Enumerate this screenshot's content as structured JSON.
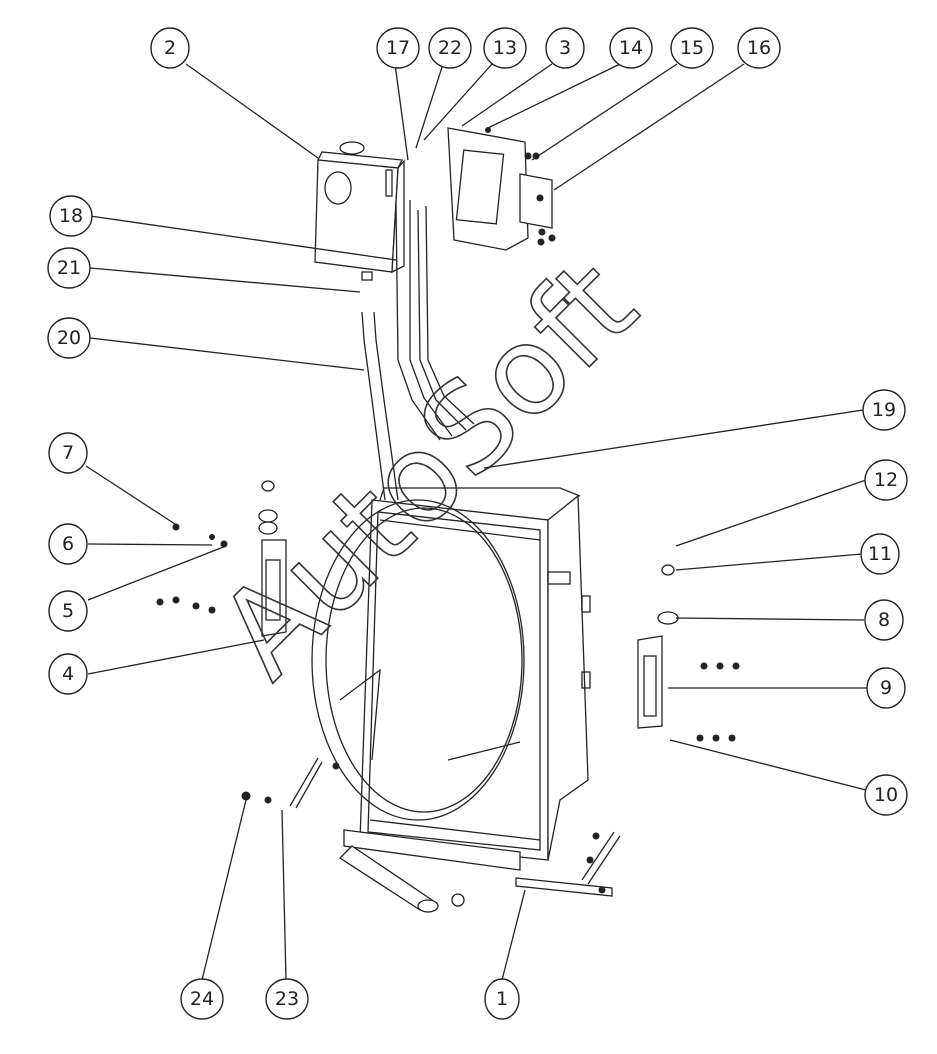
{
  "watermark": "AutoSoft",
  "callouts": [
    {
      "id": "c1",
      "label": "1"
    },
    {
      "id": "c2",
      "label": "2"
    },
    {
      "id": "c3",
      "label": "3"
    },
    {
      "id": "c4",
      "label": "4"
    },
    {
      "id": "c5",
      "label": "5"
    },
    {
      "id": "c6",
      "label": "6"
    },
    {
      "id": "c7",
      "label": "7"
    },
    {
      "id": "c8",
      "label": "8"
    },
    {
      "id": "c9",
      "label": "9"
    },
    {
      "id": "c10",
      "label": "10"
    },
    {
      "id": "c11",
      "label": "11"
    },
    {
      "id": "c12",
      "label": "12"
    },
    {
      "id": "c13",
      "label": "13"
    },
    {
      "id": "c14",
      "label": "14"
    },
    {
      "id": "c15",
      "label": "15"
    },
    {
      "id": "c16",
      "label": "16"
    },
    {
      "id": "c17",
      "label": "17"
    },
    {
      "id": "c18",
      "label": "18"
    },
    {
      "id": "c19",
      "label": "19"
    },
    {
      "id": "c20",
      "label": "20"
    },
    {
      "id": "c21",
      "label": "21"
    },
    {
      "id": "c22",
      "label": "22"
    },
    {
      "id": "c23",
      "label": "23"
    },
    {
      "id": "c24",
      "label": "24"
    }
  ]
}
